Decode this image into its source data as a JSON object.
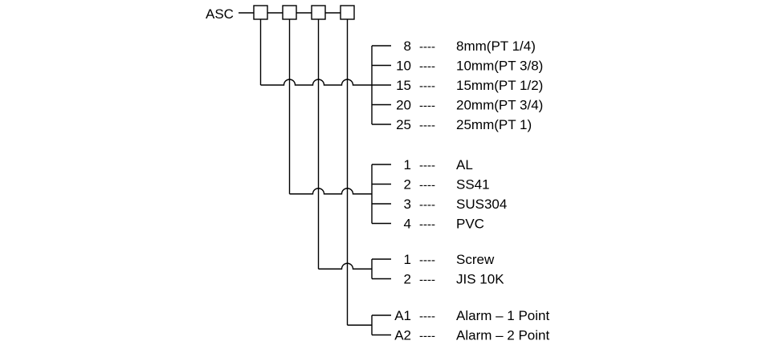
{
  "model_prefix": "ASC",
  "slot_count": 4,
  "separator": "----",
  "groups": [
    {
      "options": [
        {
          "code": "8",
          "desc": "8mm(PT 1/4)"
        },
        {
          "code": "10",
          "desc": "10mm(PT 3/8)"
        },
        {
          "code": "15",
          "desc": "15mm(PT 1/2)"
        },
        {
          "code": "20",
          "desc": "20mm(PT 3/4)"
        },
        {
          "code": "25",
          "desc": "25mm(PT 1)"
        }
      ]
    },
    {
      "options": [
        {
          "code": "1",
          "desc": "AL"
        },
        {
          "code": "2",
          "desc": "SS41"
        },
        {
          "code": "3",
          "desc": "SUS304"
        },
        {
          "code": "4",
          "desc": "PVC"
        }
      ]
    },
    {
      "options": [
        {
          "code": "1",
          "desc": "Screw"
        },
        {
          "code": "2",
          "desc": "JIS 10K"
        }
      ]
    },
    {
      "options": [
        {
          "code": "A1",
          "desc": "Alarm – 1 Point"
        },
        {
          "code": "A2",
          "desc": "Alarm – 2 Point"
        }
      ]
    }
  ]
}
